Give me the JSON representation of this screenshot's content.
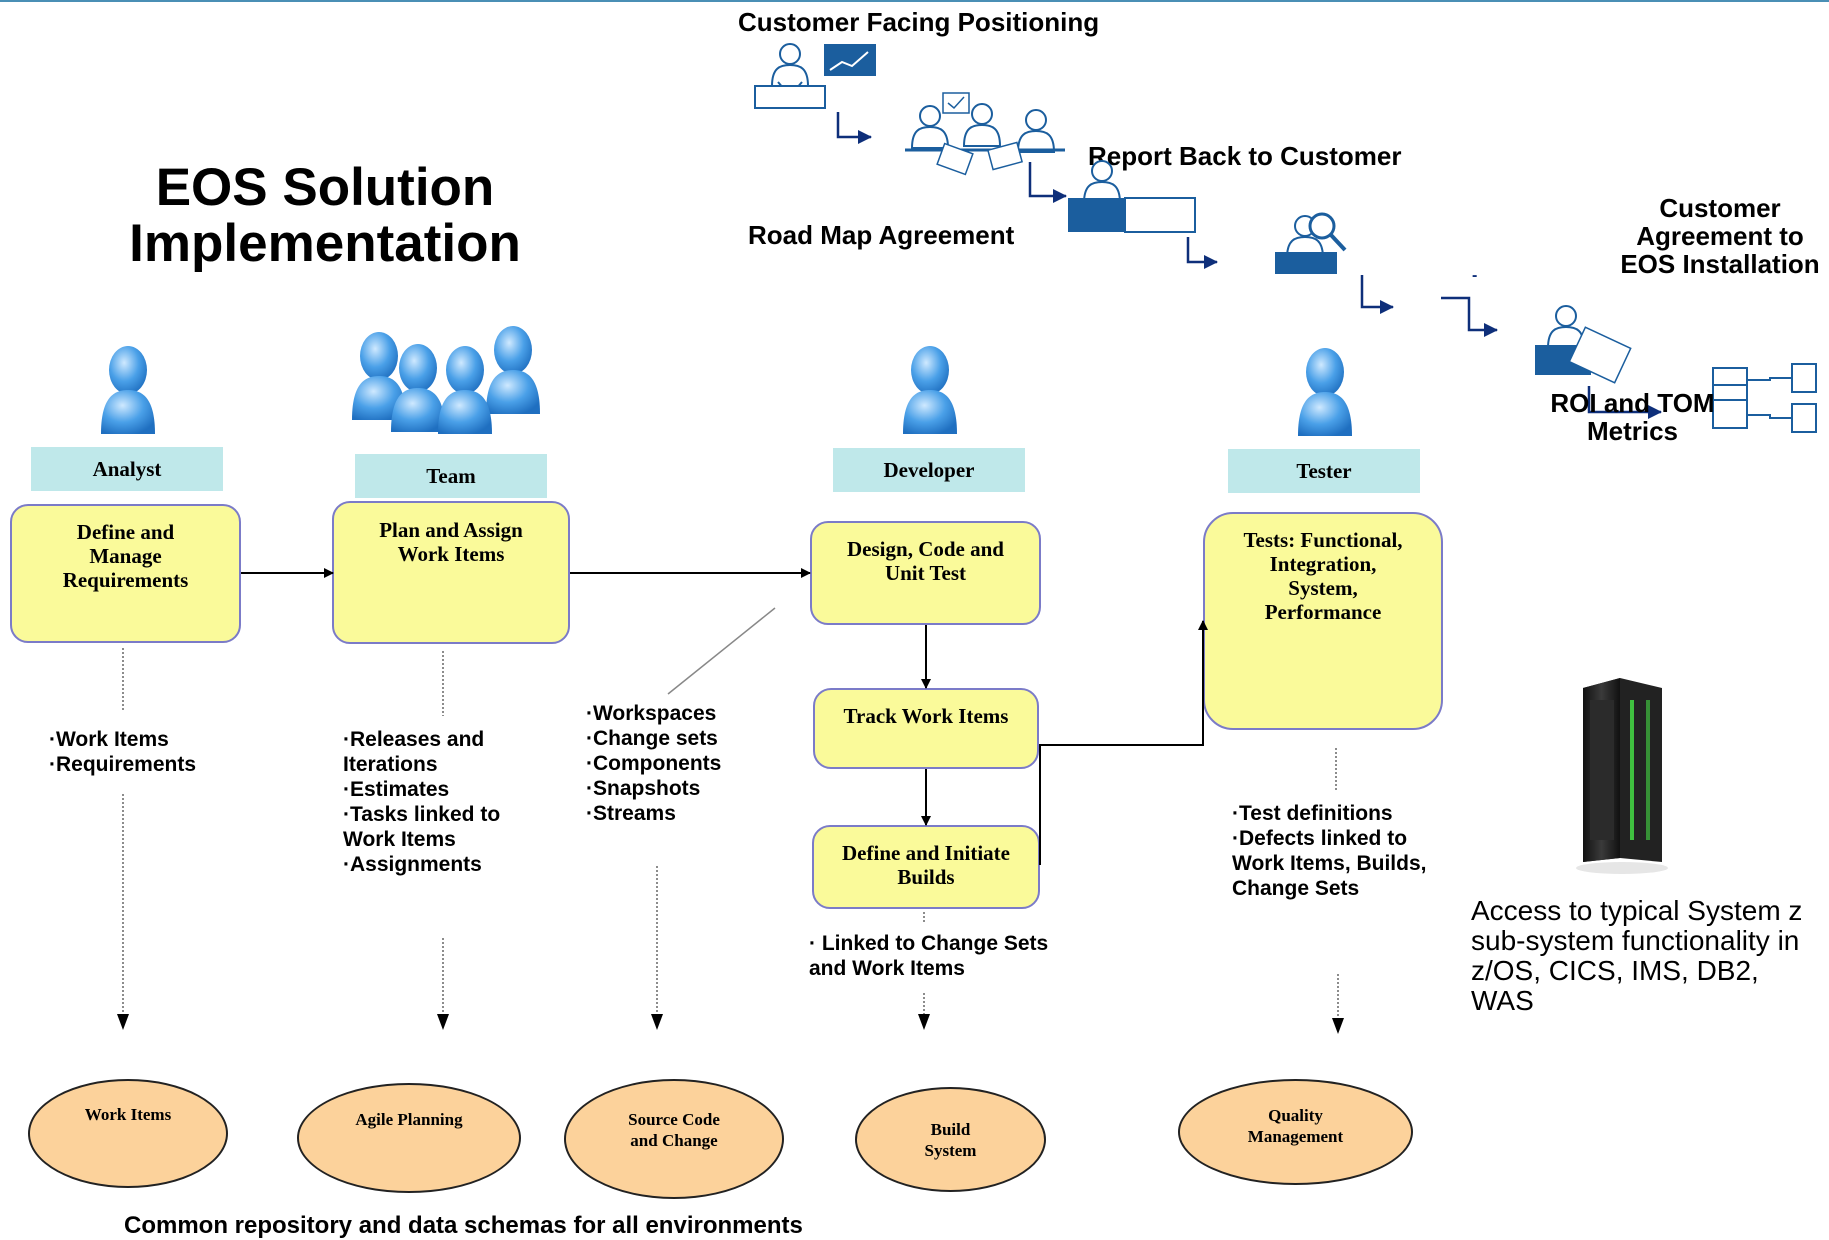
{
  "title": {
    "line1": "EOS Solution",
    "line2": "Implementation"
  },
  "flow": {
    "customer_facing": "Customer Facing Positioning",
    "report_back": "Report Back to Customer",
    "road_map": "Road Map Agreement",
    "customer_agreement": {
      "line1": "Customer",
      "line2": "Agreement to",
      "line3": "EOS Installation"
    },
    "roi": {
      "line1": "ROI and TOM",
      "line2": "Metrics"
    },
    "dot": "-"
  },
  "roles": {
    "analyst": "Analyst",
    "team": "Team",
    "developer": "Developer",
    "tester": "Tester"
  },
  "processes": {
    "define_requirements": {
      "line1": "Define and",
      "line2": "Manage",
      "line3": "Requirements"
    },
    "plan_assign": {
      "line1": "Plan and Assign",
      "line2": "Work Items"
    },
    "design_code": {
      "line1": "Design, Code and",
      "line2": "Unit Test"
    },
    "track": "Track Work Items",
    "define_builds": {
      "line1": "Define and Initiate",
      "line2": "Builds"
    },
    "tests": {
      "line1": "Tests: Functional,",
      "line2": "Integration,",
      "line3": "System,",
      "line4": "Performance"
    }
  },
  "lists": {
    "analyst": [
      "·Work Items",
      "·Requirements"
    ],
    "team": [
      "·Releases and",
      "Iterations",
      "·Estimates",
      "·Tasks linked to",
      "Work Items",
      "·Assignments"
    ],
    "source": [
      "·Workspaces",
      "·Change sets",
      "·Components",
      "·Snapshots",
      "·Streams"
    ],
    "build": [
      "· Linked to Change Sets",
      "and Work Items"
    ],
    "tester": [
      "·Test definitions",
      "·Defects linked to",
      "Work Items, Builds,",
      "Change Sets"
    ]
  },
  "ovals": {
    "work_items": "Work Items",
    "agile": "Agile Planning",
    "source": {
      "line1": "Source Code",
      "line2": "and Change"
    },
    "build": {
      "line1": "Build",
      "line2": "System"
    },
    "quality": {
      "line1": "Quality",
      "line2": "Management"
    }
  },
  "access_text": {
    "line1": "Access to typical System z",
    "line2": "sub-system functionality in",
    "line3": "z/OS, CICS, IMS, DB2,",
    "line4": "WAS"
  },
  "footer": "Common repository and data schemas for all environments",
  "icons": {
    "person": "person-icon",
    "team": "team-icon",
    "presenter": "presenter-icon",
    "meeting": "meeting-icon",
    "reviewer": "reviewer-icon",
    "inspector": "inspector-icon",
    "clipboard": "clipboard-person-icon",
    "servers": "server-icon",
    "mainframe": "mainframe-icon"
  },
  "colors": {
    "role_fill": "#bfe8ea",
    "process_fill": "#fafa9a",
    "process_border": "#7b7bc8",
    "oval_fill": "#fcd29b",
    "person_blue": "#3d8fdc",
    "flow_arrow": "#0e2f7a"
  }
}
